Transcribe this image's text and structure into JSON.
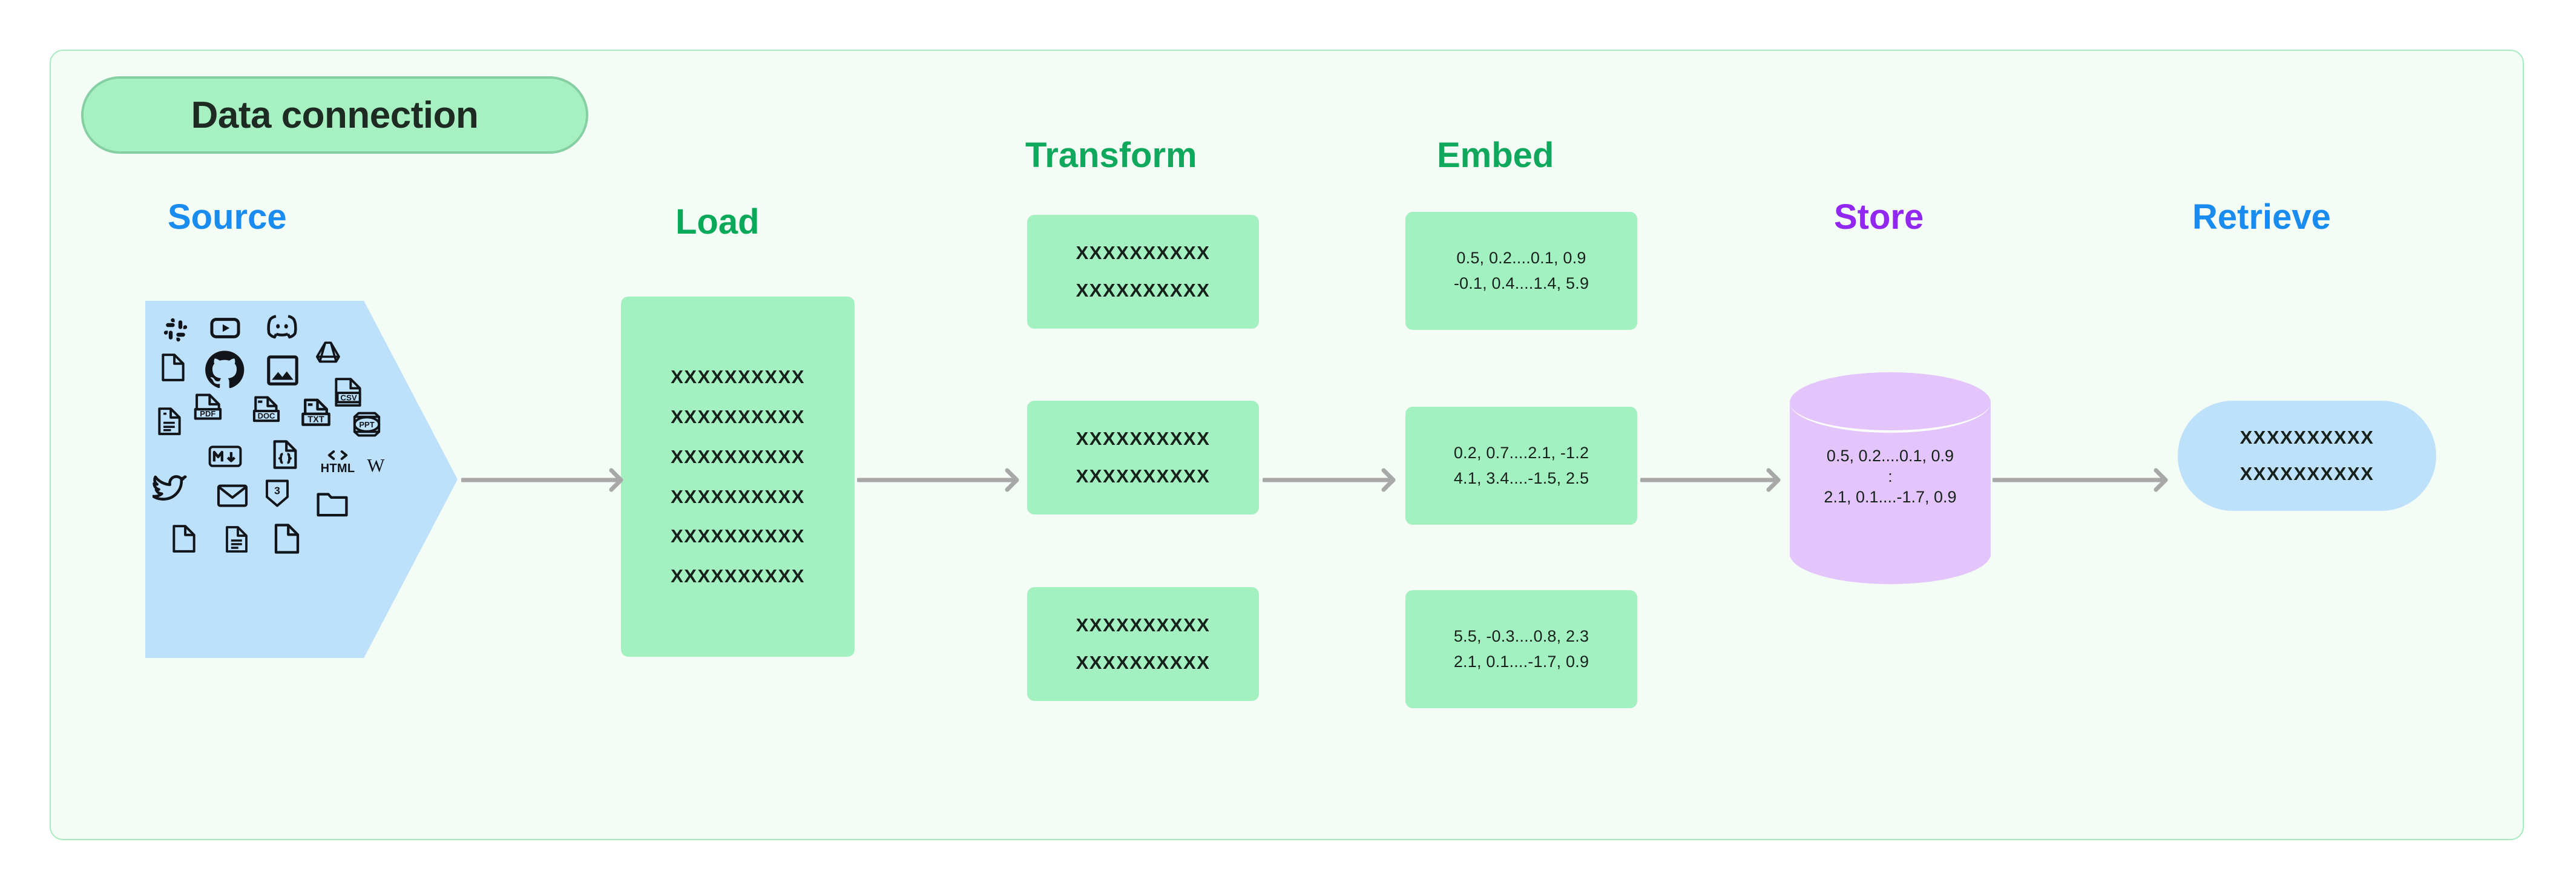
{
  "diagram": {
    "badge_label": "Data connection",
    "colors": {
      "panel_bg": "#f3fcf5",
      "panel_border": "#a8ebc0",
      "badge_bg": "#a6f0c2",
      "badge_border": "#86cfa2",
      "blue": "#1a8cf0",
      "green": "#0fa85c",
      "purple": "#9127f0",
      "card_green": "#a3f0c1",
      "card_blue": "#bde0fb",
      "cylinder_purple": "#e3c4fb",
      "arrow_gray": "#a8a8a8"
    },
    "stages": [
      {
        "id": "source",
        "label": "Source",
        "color": "#1a8cf0"
      },
      {
        "id": "load",
        "label": "Load",
        "color": "#0aa95a"
      },
      {
        "id": "transform",
        "label": "Transform",
        "color": "#0fa85c"
      },
      {
        "id": "embed",
        "label": "Embed",
        "color": "#0fa85c"
      },
      {
        "id": "store",
        "label": "Store",
        "color": "#9127f0"
      },
      {
        "id": "retrieve",
        "label": "Retrieve",
        "color": "#1a8cf0"
      }
    ],
    "source": {
      "shape": "pentagon-arrow",
      "icons": [
        "slack-icon",
        "youtube-icon",
        "discord-icon",
        "file-blank-icon",
        "github-icon",
        "image-icon",
        "google-drive-icon",
        "csv-file-icon",
        "document-lines-icon",
        "pdf-file-icon",
        "doc-file-icon",
        "txt-file-icon",
        "ppt-file-icon",
        "markdown-icon",
        "json-file-icon",
        "html-icon",
        "wikipedia-icon",
        "twitter-icon",
        "email-icon",
        "css3-icon",
        "folder-icon",
        "file-blank-icon-2",
        "document-lines-icon-2",
        "file-blank-icon-3"
      ]
    },
    "load": {
      "lines": [
        "XXXXXXXXXX",
        "XXXXXXXXXX",
        "XXXXXXXXXX",
        "XXXXXXXXXX",
        "XXXXXXXXXX",
        "XXXXXXXXXX"
      ]
    },
    "transform": {
      "chunks": [
        {
          "lines": [
            "XXXXXXXXXX",
            "XXXXXXXXXX"
          ]
        },
        {
          "lines": [
            "XXXXXXXXXX",
            "XXXXXXXXXX"
          ]
        },
        {
          "lines": [
            "XXXXXXXXXX",
            "XXXXXXXXXX"
          ]
        }
      ]
    },
    "embed": {
      "vectors": [
        {
          "lines": [
            "0.5, 0.2....0.1, 0.9",
            "-0.1, 0.4....1.4, 5.9"
          ]
        },
        {
          "lines": [
            "0.2, 0.7....2.1, -1.2",
            "4.1, 3.4....-1.5, 2.5"
          ]
        },
        {
          "lines": [
            "5.5, -0.3....0.8, 2.3",
            "2.1, 0.1....-1.7, 0.9"
          ]
        }
      ]
    },
    "store": {
      "shape": "cylinder",
      "lines": [
        "0.5, 0.2....0.1, 0.9",
        ":",
        "2.1, 0.1....-1.7, 0.9"
      ]
    },
    "retrieve": {
      "shape": "pill",
      "lines": [
        "XXXXXXXXXX",
        "XXXXXXXXXX"
      ]
    },
    "arrows": [
      {
        "from": "source",
        "to": "load"
      },
      {
        "from": "load",
        "to": "transform"
      },
      {
        "from": "transform",
        "to": "embed"
      },
      {
        "from": "embed",
        "to": "store"
      },
      {
        "from": "store",
        "to": "retrieve"
      }
    ]
  }
}
